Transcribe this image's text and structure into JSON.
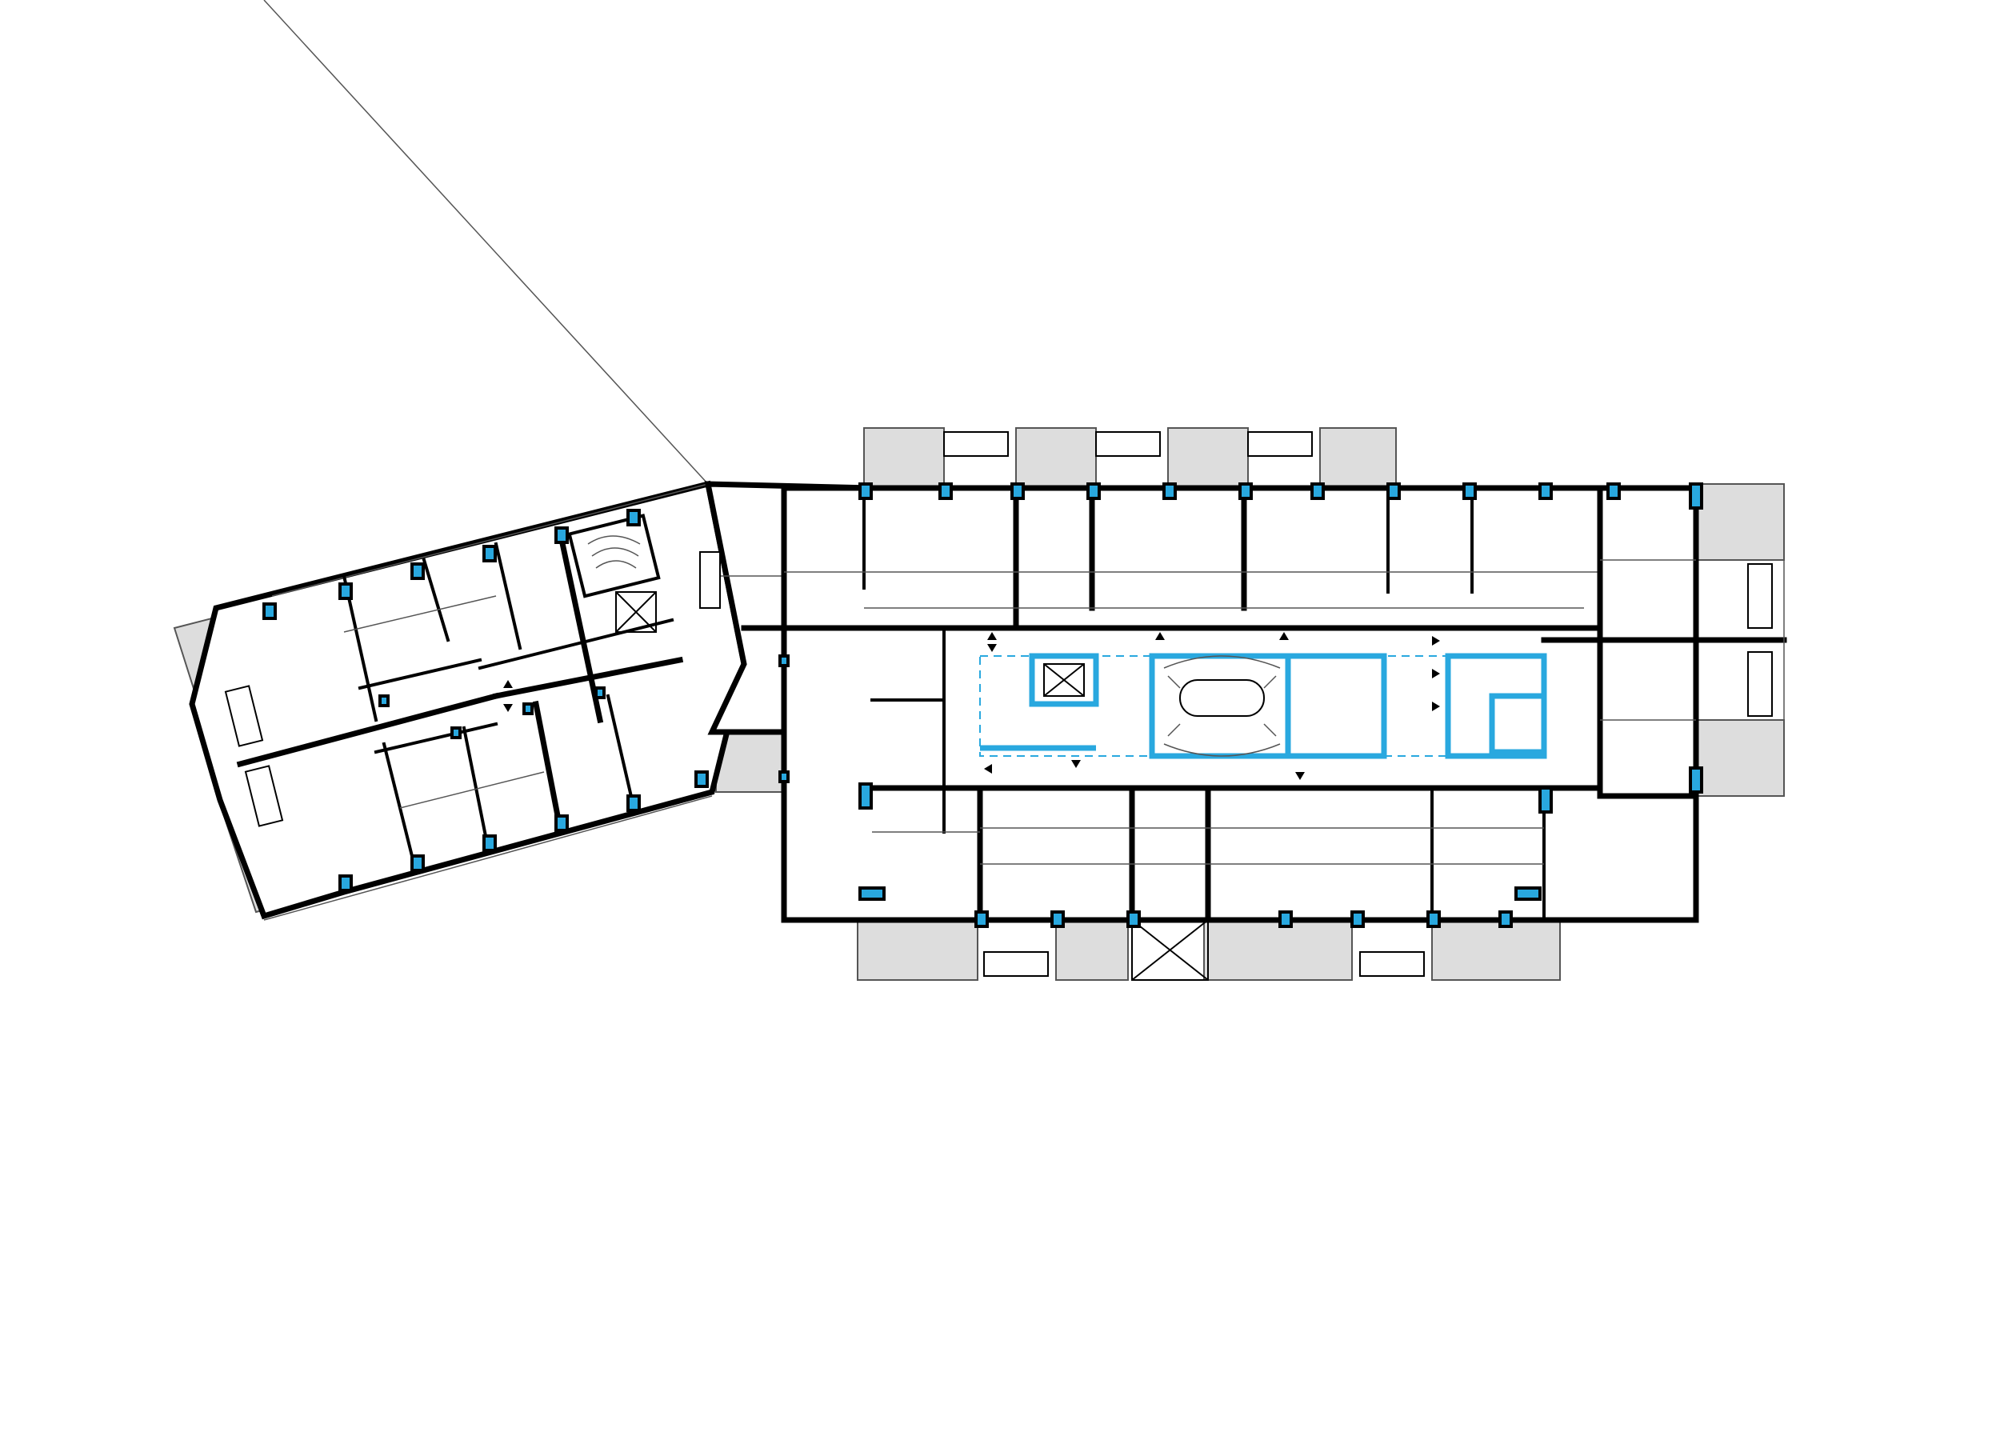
{
  "drawing": {
    "kind": "architectural floor plan",
    "colors": {
      "background": "#ffffff",
      "wall": "#000000",
      "core_accent": "#29a8df",
      "balcony_fill": "#dddddd",
      "thin_line": "#555555"
    },
    "elements": [
      "west-wing",
      "central-block",
      "east-wing",
      "central-stair-core",
      "elevator-shafts",
      "balconies",
      "kitchens",
      "structural-columns",
      "corridor-arrows"
    ]
  }
}
